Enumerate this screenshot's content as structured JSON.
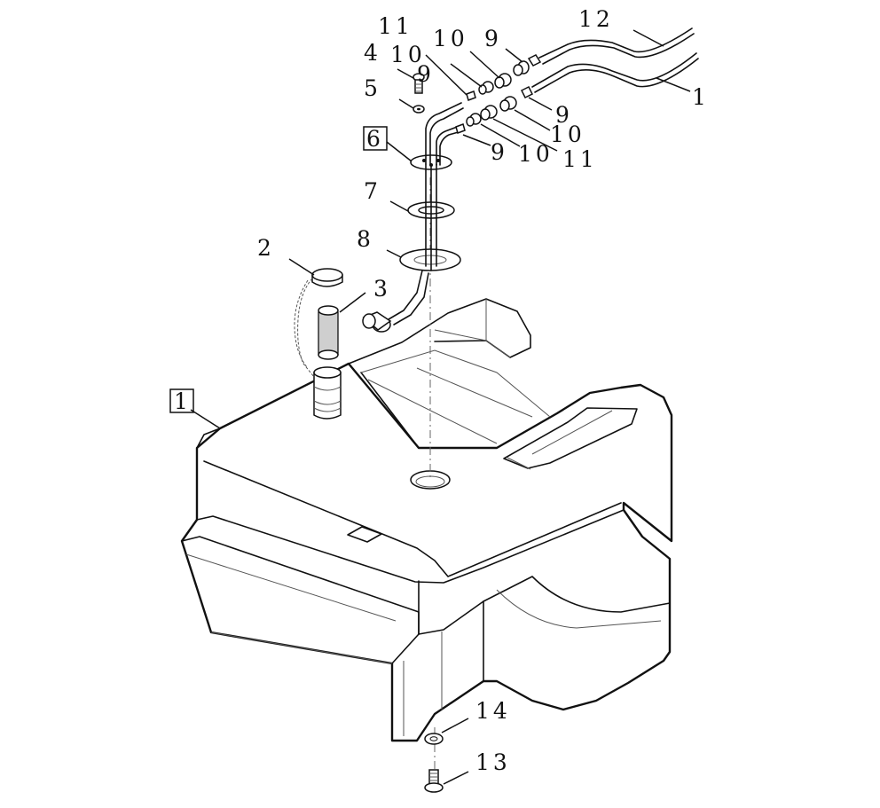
{
  "callouts": [
    {
      "id": "label-1-boxed",
      "text": "1",
      "boxed": true
    },
    {
      "id": "label-1-line",
      "text": "1",
      "boxed": false
    },
    {
      "id": "label-2",
      "text": "2",
      "boxed": false
    },
    {
      "id": "label-3",
      "text": "3",
      "boxed": false
    },
    {
      "id": "label-4",
      "text": "4",
      "boxed": false
    },
    {
      "id": "label-5",
      "text": "5",
      "boxed": false
    },
    {
      "id": "label-6",
      "text": "6",
      "boxed": true
    },
    {
      "id": "label-7",
      "text": "7",
      "boxed": false
    },
    {
      "id": "label-8",
      "text": "8",
      "boxed": false
    },
    {
      "id": "label-9-a",
      "text": "9",
      "boxed": false
    },
    {
      "id": "label-9-b",
      "text": "9",
      "boxed": false
    },
    {
      "id": "label-9-c",
      "text": "9",
      "boxed": false
    },
    {
      "id": "label-9-d",
      "text": "9",
      "boxed": false
    },
    {
      "id": "label-10-a",
      "text": "10",
      "boxed": false
    },
    {
      "id": "label-10-b",
      "text": "10",
      "boxed": false
    },
    {
      "id": "label-10-c",
      "text": "10",
      "boxed": false
    },
    {
      "id": "label-10-d",
      "text": "10",
      "boxed": false
    },
    {
      "id": "label-11-a",
      "text": "11",
      "boxed": false
    },
    {
      "id": "label-11-b",
      "text": "11",
      "boxed": false
    },
    {
      "id": "label-12",
      "text": "12",
      "boxed": false
    },
    {
      "id": "label-13",
      "text": "13",
      "boxed": false
    },
    {
      "id": "label-14",
      "text": "14",
      "boxed": false
    }
  ]
}
